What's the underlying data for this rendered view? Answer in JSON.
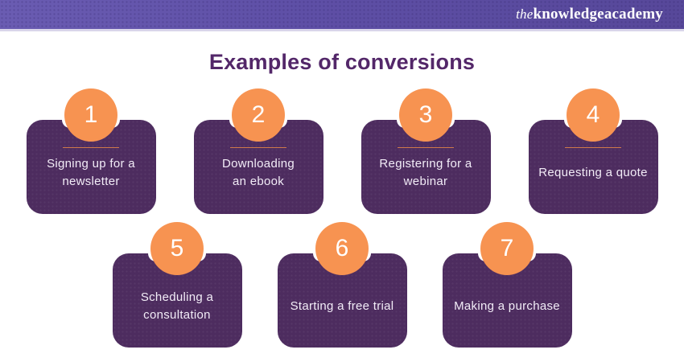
{
  "header": {
    "logo": {
      "the": "the",
      "knowledge": "knowledge",
      "academy": "academy"
    }
  },
  "title": "Examples of conversions",
  "cards": [
    {
      "number": "1",
      "label": "Signing up for a\nnewsletter"
    },
    {
      "number": "2",
      "label": "Downloading\nan ebook"
    },
    {
      "number": "3",
      "label": "Registering for a\nwebinar"
    },
    {
      "number": "4",
      "label": "Requesting a quote"
    },
    {
      "number": "5",
      "label": "Scheduling a\nconsultation"
    },
    {
      "number": "6",
      "label": "Starting a free trial"
    },
    {
      "number": "7",
      "label": "Making a purchase"
    }
  ],
  "colors": {
    "header_purple": "#5e4fa6",
    "header_divider": "#d9d5ea",
    "title_purple": "#532769",
    "card_purple": "#4d2c5f",
    "accent_orange": "#f79351",
    "card_text": "#f2ecf7"
  }
}
